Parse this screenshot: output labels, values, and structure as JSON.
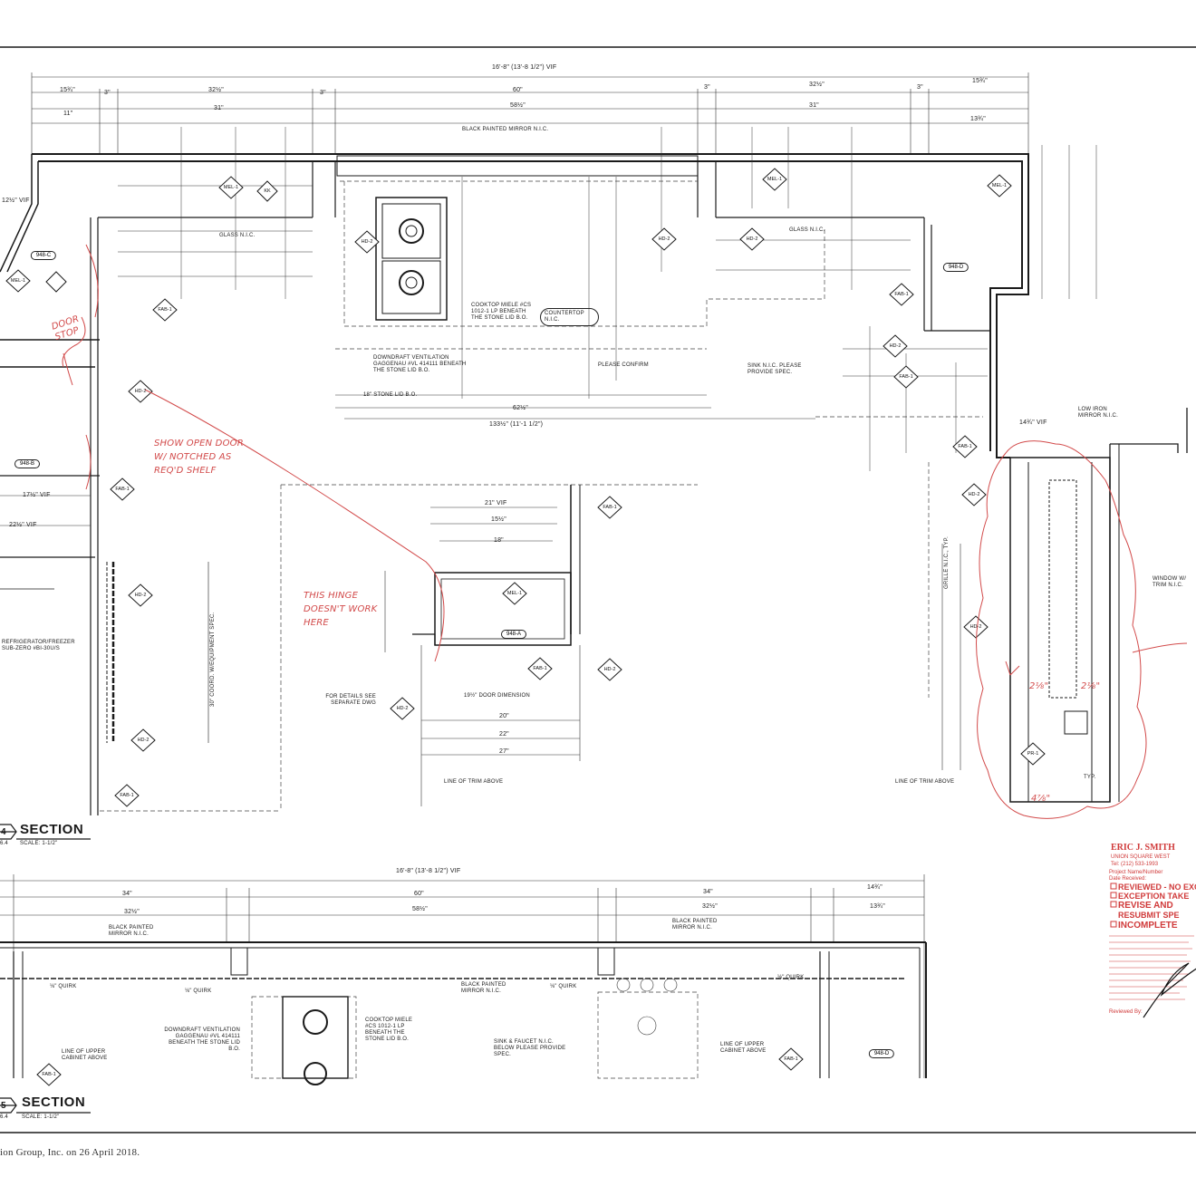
{
  "top_drawing": {
    "overall_dim": "16'-8\" (13'-8 1/2\") VIF",
    "top_dims": [
      "15¾\"",
      "3\"",
      "32½\"",
      "3\"",
      "60\"",
      "3\"",
      "32½\"",
      "3\"",
      "15¾\""
    ],
    "sub_dims": [
      "11\"",
      "31\"",
      "58½\"",
      "31\"",
      "13¾\""
    ],
    "notes": {
      "black_mirror": "BLACK PAINTED MIRROR N.I.C.",
      "glass_left": "GLASS N.I.C.",
      "glass_right": "GLASS N.I.C.",
      "cooktop": "COOKTOP MIELE #CS 1012-1 LP BENEATH THE STONE LID B.O.",
      "countertop": "COUNTERTOP N.I.C.",
      "downdraft": "DOWNDRAFT VENTILATION GAGGENAU #VL 414111 BENEATH THE STONE LID B.O.",
      "please_confirm": "PLEASE CONFIRM",
      "sink": "SINK N.I.C. PLEASE PROVIDE SPEC.",
      "stone_lid": "18\" STONE LID B.O.",
      "low_iron": "LOW IRON MIRROR N.I.C.",
      "window": "WINDOW W/ TRIM N.I.C.",
      "grille": "GRILLE N.I.C., TYP.",
      "line_trim_left": "LINE OF TRIM ABOVE",
      "line_trim_right": "LINE OF TRIM ABOVE",
      "details": "FOR DETAILS SEE SEPARATE DWG",
      "door_dim": "19½\" DOOR DIMENSION",
      "coord": "30\" COORD. W/EQUIPMENT SPEC.",
      "fridge": "REFRIGERATOR/FREEZER SUB-ZERO #BI-30U/S",
      "typ": "TYP."
    },
    "dims_misc": {
      "d62": "62½\"",
      "d133": "133½\" (11'-1 1/2\")",
      "d17": "17½\" VIF",
      "d22": "22½\" VIF",
      "d21": "21\" VIF",
      "d20": "20\"",
      "d22b": "22\"",
      "d27": "27\"",
      "d15": "15½\"",
      "d18": "18\"",
      "d14": "14¾\" VIF",
      "d12": "12½\" VIF"
    },
    "refs": [
      "948-C",
      "948-B",
      "948-A",
      "948-D"
    ],
    "tags": [
      "MEL-1",
      "HD-2",
      "FAB-1",
      "PR-1",
      "KK"
    ],
    "section_label": "SECTION",
    "section_num": "4",
    "section_sheet": "6.4",
    "scale": "SCALE: 1-1/2\""
  },
  "markups": {
    "door_stop": "DOOR STOP",
    "show_open": "SHOW OPEN DOOR W/ NOTCHED AS REQ'D SHELF",
    "hinge": "THIS HINGE DOESN'T WORK HERE",
    "dim_a": "2⅛\"",
    "dim_b": "2⅛\"",
    "dim_c": "4⅞\""
  },
  "bottom_drawing": {
    "overall_dim": "16'-8\" (13'-8 1/2\") VIF",
    "dims": [
      "34\"",
      "60\"",
      "34\"",
      "14¾\"",
      "32½\"",
      "58½\"",
      "32½\"",
      "13¾\""
    ],
    "notes": {
      "mirror_l": "BLACK PAINTED MIRROR N.I.C.",
      "mirror_r": "BLACK PAINTED MIRROR N.I.C.",
      "mirror_c": "BLACK PAINTED MIRROR N.I.C.",
      "quirk": "⅛\" QUIRK",
      "downdraft": "DOWNDRAFT VENTILATION GAGGENAU #VL 414111 BENEATH THE STONE LID B.O.",
      "cooktop": "COOKTOP MIELE #CS 1012-1 LP BENEATH THE STONE LID B.O.",
      "sink": "SINK & FAUCET N.I.C. BELOW PLEASE PROVIDE SPEC.",
      "upper_l": "LINE OF UPPER CABINET ABOVE",
      "upper_r": "LINE OF UPPER CABINET ABOVE"
    },
    "section_label": "SECTION",
    "section_num": "5",
    "section_sheet": "6.4",
    "scale": "SCALE: 1-1/2\""
  },
  "stamp": {
    "company": "ERIC J. SMITH",
    "address": "UNION SQUARE WEST",
    "tel": "Tel: (212) 533-1993",
    "project": "Project Name/Number",
    "received": "Date Received:",
    "options": [
      "REVIEWED - NO EXC",
      "EXCEPTION TAKE",
      "REVISE AND",
      "RESUBMIT SPE",
      "INCOMPLETE"
    ],
    "reviewed_by": "Reviewed By:"
  },
  "footer": "ion Group, Inc. on 26 April 2018."
}
